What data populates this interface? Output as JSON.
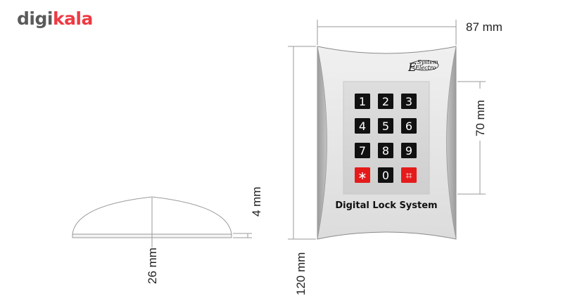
{
  "logo": {
    "part1": "digi",
    "part2": "kala"
  },
  "brand": {
    "letter": "E",
    "line1": "System",
    "line2": "Electro"
  },
  "product_title": "Digital Lock System",
  "keypad": {
    "keys": [
      {
        "label": "1",
        "color": "#111111"
      },
      {
        "label": "2",
        "color": "#111111"
      },
      {
        "label": "3",
        "color": "#111111"
      },
      {
        "label": "4",
        "color": "#111111"
      },
      {
        "label": "5",
        "color": "#111111"
      },
      {
        "label": "6",
        "color": "#111111"
      },
      {
        "label": "7",
        "color": "#111111"
      },
      {
        "label": "8",
        "color": "#111111"
      },
      {
        "label": "9",
        "color": "#111111"
      },
      {
        "label": "∗",
        "color": "#e51b1b"
      },
      {
        "label": "0",
        "color": "#111111"
      },
      {
        "label": "⌗",
        "color": "#e51b1b"
      }
    ]
  },
  "dimensions": {
    "width": "87 mm",
    "height": "120 mm",
    "keypad_height": "70 mm",
    "depth": "4 mm",
    "side_width": "26 mm"
  },
  "colors": {
    "logo_gray": "#5a5a5a",
    "logo_red": "#ee3a43",
    "body": "#e7e7e7",
    "key_red": "#e51b1b"
  }
}
